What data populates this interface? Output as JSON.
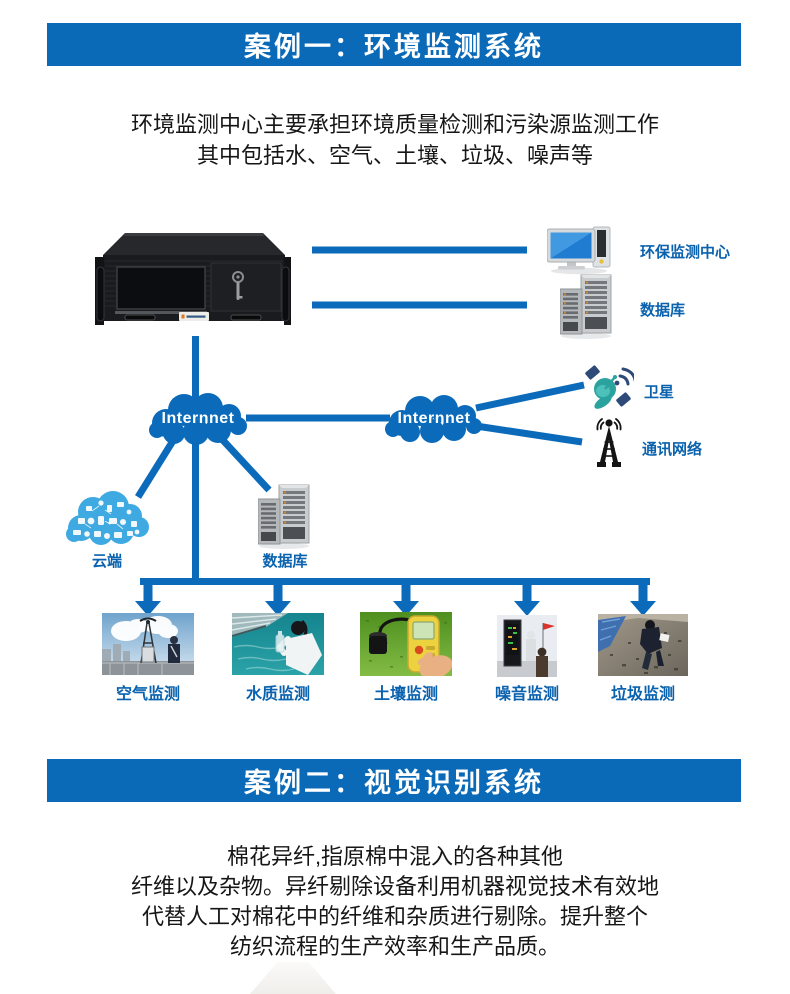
{
  "colors": {
    "banner_blue": "#0a6ab8",
    "connector_blue": "#0b6bba",
    "label_blue": "#0a62ae",
    "iot_cloud_blue": "#3fa9e1"
  },
  "case1": {
    "title": "案例一：环境监测系统",
    "intro": [
      "环境监测中心主要承担环境质量检测和污染源监测工作",
      "其中包括水、空气、土壤、垃圾、噪声等"
    ],
    "diagram": {
      "internet_left": "Internnet",
      "internet_right": "Internnet",
      "labels": {
        "monitor_center": "环保监测中心",
        "database_top": "数据库",
        "satellite": "卫星",
        "comm_network": "通讯网络",
        "cloud": "云端",
        "database_bottom": "数据库"
      },
      "stations": [
        {
          "label": "空气监测"
        },
        {
          "label": "水质监测"
        },
        {
          "label": "土壤监测"
        },
        {
          "label": "噪音监测"
        },
        {
          "label": "垃圾监测"
        }
      ],
      "icons": {
        "main_unit": "industrial-computer",
        "monitor_center": "desktop-computer-icon",
        "database": "server-rack-icon",
        "satellite": "satellite-icon",
        "comm_network": "antenna-tower-icon",
        "cloud": "iot-cloud-icon",
        "internet": "cloud-bubble-shape"
      }
    }
  },
  "case2": {
    "title": "案例二：视觉识别系统",
    "body": [
      "棉花异纤,指原棉中混入的各种其他",
      "纤维以及杂物。异纤剔除设备利用机器视觉技术有效地",
      "代替人工对棉花中的纤维和杂质进行剔除。提升整个",
      "纺织流程的生产效率和生产品质。"
    ]
  }
}
